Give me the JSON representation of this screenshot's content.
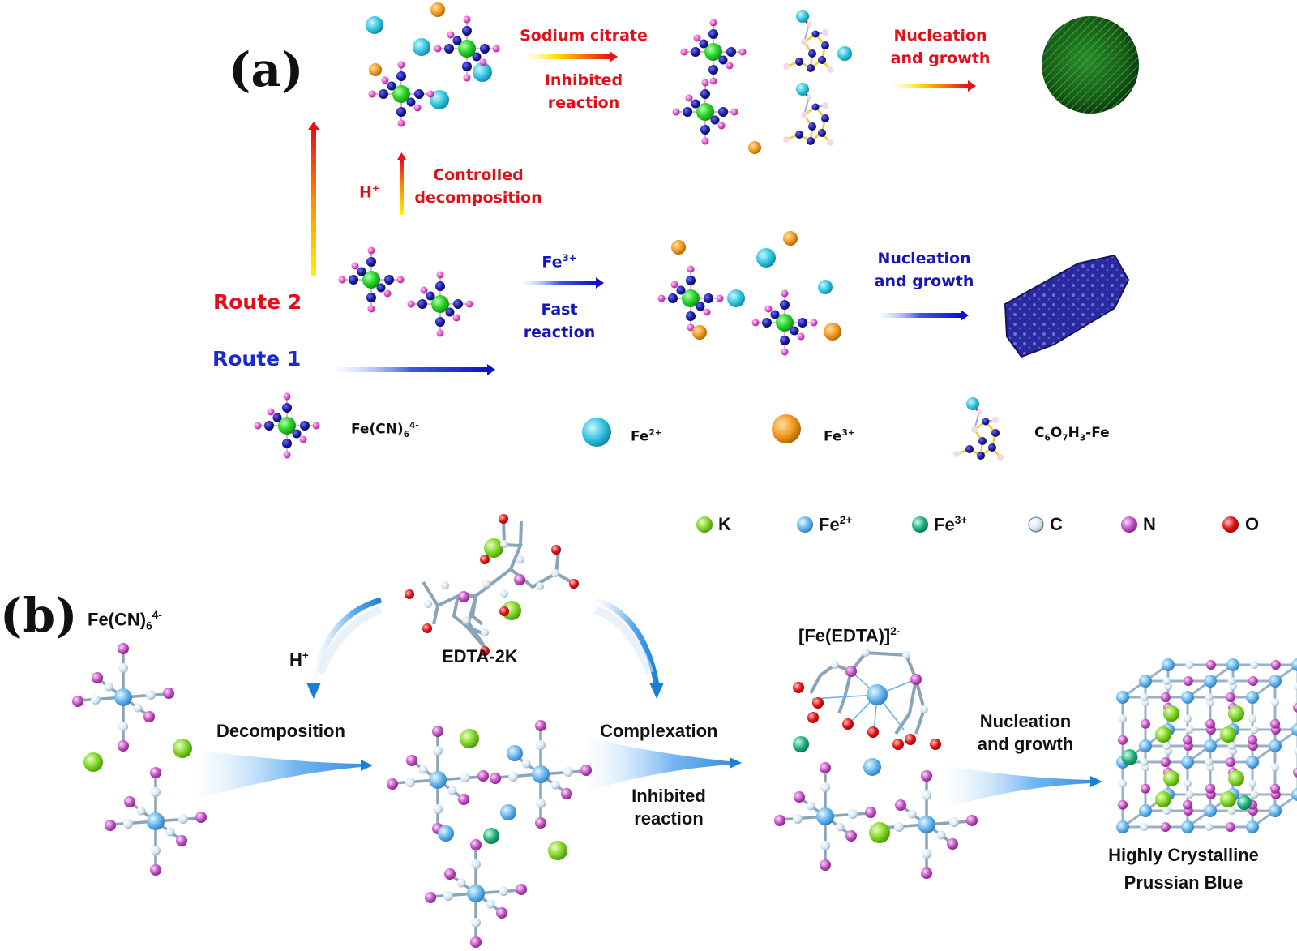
{
  "panel_a": {
    "label": "(a)",
    "route2_label": "Route 2",
    "route1_label": "Route 1",
    "route2_top": {
      "reagent": "Sodium citrate",
      "arrow_caption_1": "Inhibited",
      "arrow_caption_2": "reaction",
      "growth_1": "Nucleation",
      "growth_2": "and growth",
      "product": "green spherical particle"
    },
    "acid_step": {
      "reagent": "H",
      "reagent_sup": "+",
      "caption_1": "Controlled",
      "caption_2": "decomposition"
    },
    "route1_step": {
      "reagent": "Fe",
      "reagent_sup": "3+",
      "caption_1": "Fast",
      "caption_2": "reaction",
      "growth_1": "Nucleation",
      "growth_2": "and growth",
      "product": "blue irregular particle"
    },
    "legend": [
      {
        "icon": "ferrocyanide-cluster-icon",
        "label": "Fe(CN)",
        "sub": "6",
        "sup": "4-"
      },
      {
        "icon": "fe2-sphere-icon",
        "label": "Fe",
        "sub": "",
        "sup": "2+",
        "color": "#2fc4e0"
      },
      {
        "icon": "fe3-sphere-icon",
        "label": "Fe",
        "sub": "",
        "sup": "3+",
        "color": "#f0961c"
      },
      {
        "icon": "citrate-fe-complex-icon",
        "label": "C6O7H3-Fe",
        "sub": "",
        "sup": ""
      }
    ]
  },
  "panel_b": {
    "label": "(b)",
    "start_label": "Fe(CN)",
    "start_sub": "6",
    "start_sup": "4-",
    "acid": "H",
    "acid_sup": "+",
    "chelator": "EDTA-2K",
    "step1": "Decomposition",
    "step2": "Complexation",
    "step2_caption_1": "Inhibited",
    "step2_caption_2": "reaction",
    "complex_label": "[Fe(EDTA)]",
    "complex_sup": "2-",
    "step3_1": "Nucleation",
    "step3_2": "and growth",
    "product_1": "Highly Crystalline",
    "product_2": "Prussian Blue",
    "legend": [
      {
        "icon": "k-atom-icon",
        "label": "K",
        "sup": "",
        "color": "#7ed321"
      },
      {
        "icon": "fe2-atom-icon",
        "label": "Fe",
        "sup": "2+",
        "color": "#5fb4ee"
      },
      {
        "icon": "fe3-atom-icon",
        "label": "Fe",
        "sup": "3+",
        "color": "#1fae7a"
      },
      {
        "icon": "c-atom-icon",
        "label": "C",
        "sup": "",
        "color": "#d6e6f2"
      },
      {
        "icon": "n-atom-icon",
        "label": "N",
        "sup": "",
        "color": "#c04fc0"
      },
      {
        "icon": "o-atom-icon",
        "label": "O",
        "sup": "",
        "color": "#e01010"
      }
    ]
  },
  "colors": {
    "route2_red": "#e0101a",
    "route1_blue": "#1616b8",
    "arrow_blue": "#1c7fd6",
    "fe_center_green": "#2ed82e",
    "cn_blue": "#1a1a9c",
    "cn_pink": "#e050c8"
  }
}
